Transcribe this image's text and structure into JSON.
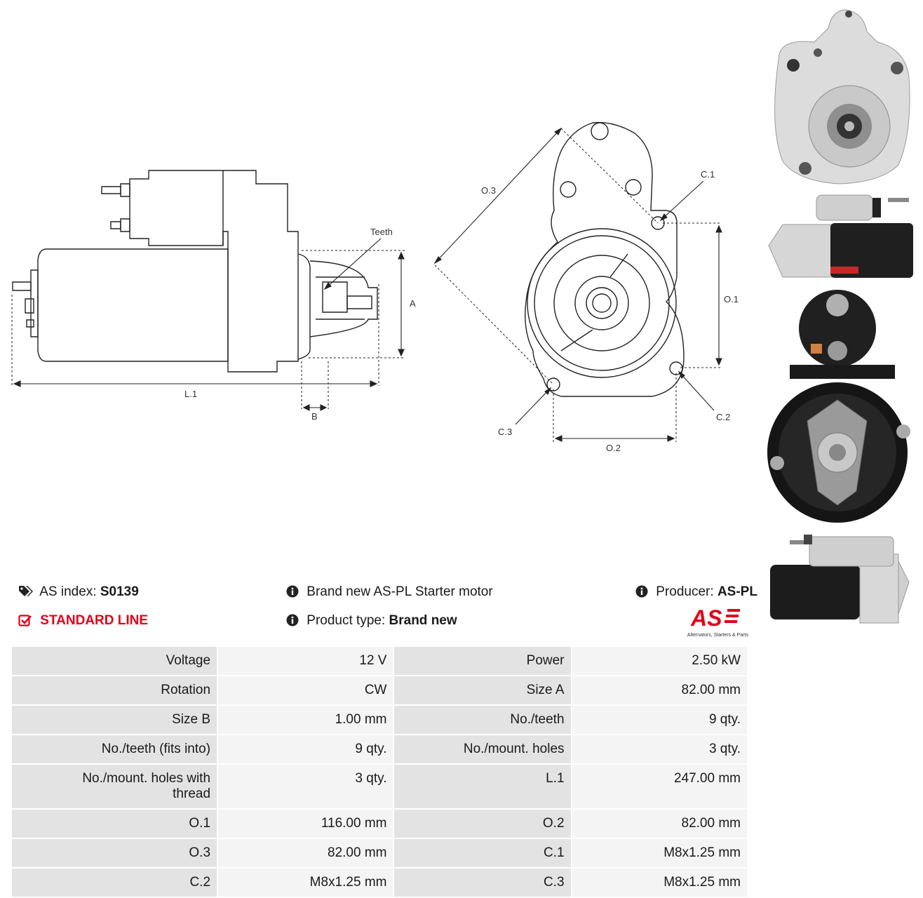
{
  "labels": {
    "teeth": "Teeth",
    "a": "A",
    "b": "B",
    "l1": "L.1",
    "o1": "O.1",
    "o2": "O.2",
    "o3": "O.3",
    "c1": "C.1",
    "c2": "C.2",
    "c3": "C.3"
  },
  "info": {
    "index_label": "AS index:",
    "index_value": "S0139",
    "line_label": "STANDARD LINE",
    "description": "Brand new AS-PL Starter motor",
    "type_label": "Product type:",
    "type_value": "Brand new",
    "producer_label": "Producer:",
    "producer_value": "AS-PL",
    "logo_text": "AS",
    "logo_tagline": "Alternators, Starters & Parts"
  },
  "specs": [
    {
      "k1": "Voltage",
      "v1": "12 V",
      "k2": "Power",
      "v2": "2.50 kW"
    },
    {
      "k1": "Rotation",
      "v1": "CW",
      "k2": "Size A",
      "v2": "82.00 mm"
    },
    {
      "k1": "Size B",
      "v1": "1.00 mm",
      "k2": "No./teeth",
      "v2": "9 qty."
    },
    {
      "k1": "No./teeth (fits into)",
      "v1": "9 qty.",
      "k2": "No./mount. holes",
      "v2": "3 qty."
    },
    {
      "k1": "No./mount. holes with thread",
      "v1": "3 qty.",
      "k2": "L.1",
      "v2": "247.00 mm"
    },
    {
      "k1": "O.1",
      "v1": "116.00 mm",
      "k2": "O.2",
      "v2": "82.00 mm"
    },
    {
      "k1": "O.3",
      "v1": "82.00 mm",
      "k2": "C.1",
      "v2": "M8x1.25 mm"
    },
    {
      "k1": "C.2",
      "v1": "M8x1.25 mm",
      "k2": "C.3",
      "v2": "M8x1.25 mm"
    }
  ],
  "colors": {
    "accent": "#e2001a",
    "key_bg": "#e3e3e3",
    "value_bg": "#f4f4f4"
  },
  "icons": [
    "tags-icon",
    "check-square-icon",
    "info-circle-icon"
  ]
}
